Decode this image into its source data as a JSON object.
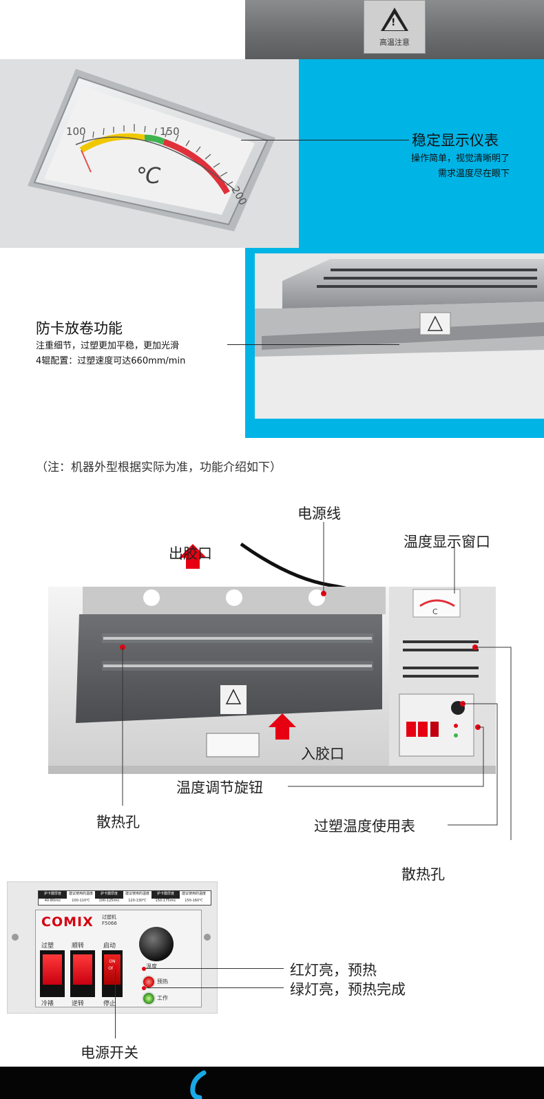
{
  "top": {
    "warning_caption": "高温注意"
  },
  "meter": {
    "title": "稳定显示仪表",
    "desc_line1": "操作简单，视觉清晰明了",
    "desc_line2": "需求温度尽在眼下",
    "scale": [
      "100",
      "150",
      "200"
    ],
    "unit": "℃"
  },
  "roller": {
    "title": "防卡放卷功能",
    "desc_line1": "注重细节，过塑更加平稳，更加光滑",
    "desc_line2": "4辊配置：过塑速度可达660mm/min"
  },
  "note": "（注：机器外型根据实际为准，功能介绍如下）",
  "machine": {
    "label_power_cord": "电源线",
    "label_outlet": "出胶口",
    "label_temp_window": "温度显示窗口",
    "label_inlet": "入胶口",
    "label_temp_knob": "温度调节旋钮",
    "label_vent_left": "散热孔",
    "label_temp_table": "过塑温度使用表",
    "label_vent_right": "散热孔"
  },
  "panel": {
    "brand": "COMIX",
    "model_line1": "过塑机",
    "model_line2": "F5066",
    "table_headers": [
      "护卡膜厚度",
      "建议使用的温度",
      "护卡膜厚度",
      "建议使用的温度",
      "护卡膜厚度",
      "建议使用的温度"
    ],
    "table_values": [
      "40-80mic",
      "100-110℃",
      "100-125mic",
      "120-130℃",
      "150-175mic",
      "150-160℃"
    ],
    "sw1_top": "过塑",
    "sw1_bottom": "冷裱",
    "sw2_top": "顺转",
    "sw2_bottom": "逆转",
    "sw3_top": "启动",
    "sw3_bottom": "停止",
    "sw3_on": "ON",
    "sw3_off": "OFF",
    "knob_caption": "温度",
    "led1": "预热",
    "led2": "工作",
    "label_red_led": "红灯亮，预热",
    "label_green_led": "绿灯亮，预热完成",
    "label_power_switch": "电源开关"
  },
  "colors": {
    "accent_blue": "#00b4e6",
    "accent_red": "#e60012"
  }
}
